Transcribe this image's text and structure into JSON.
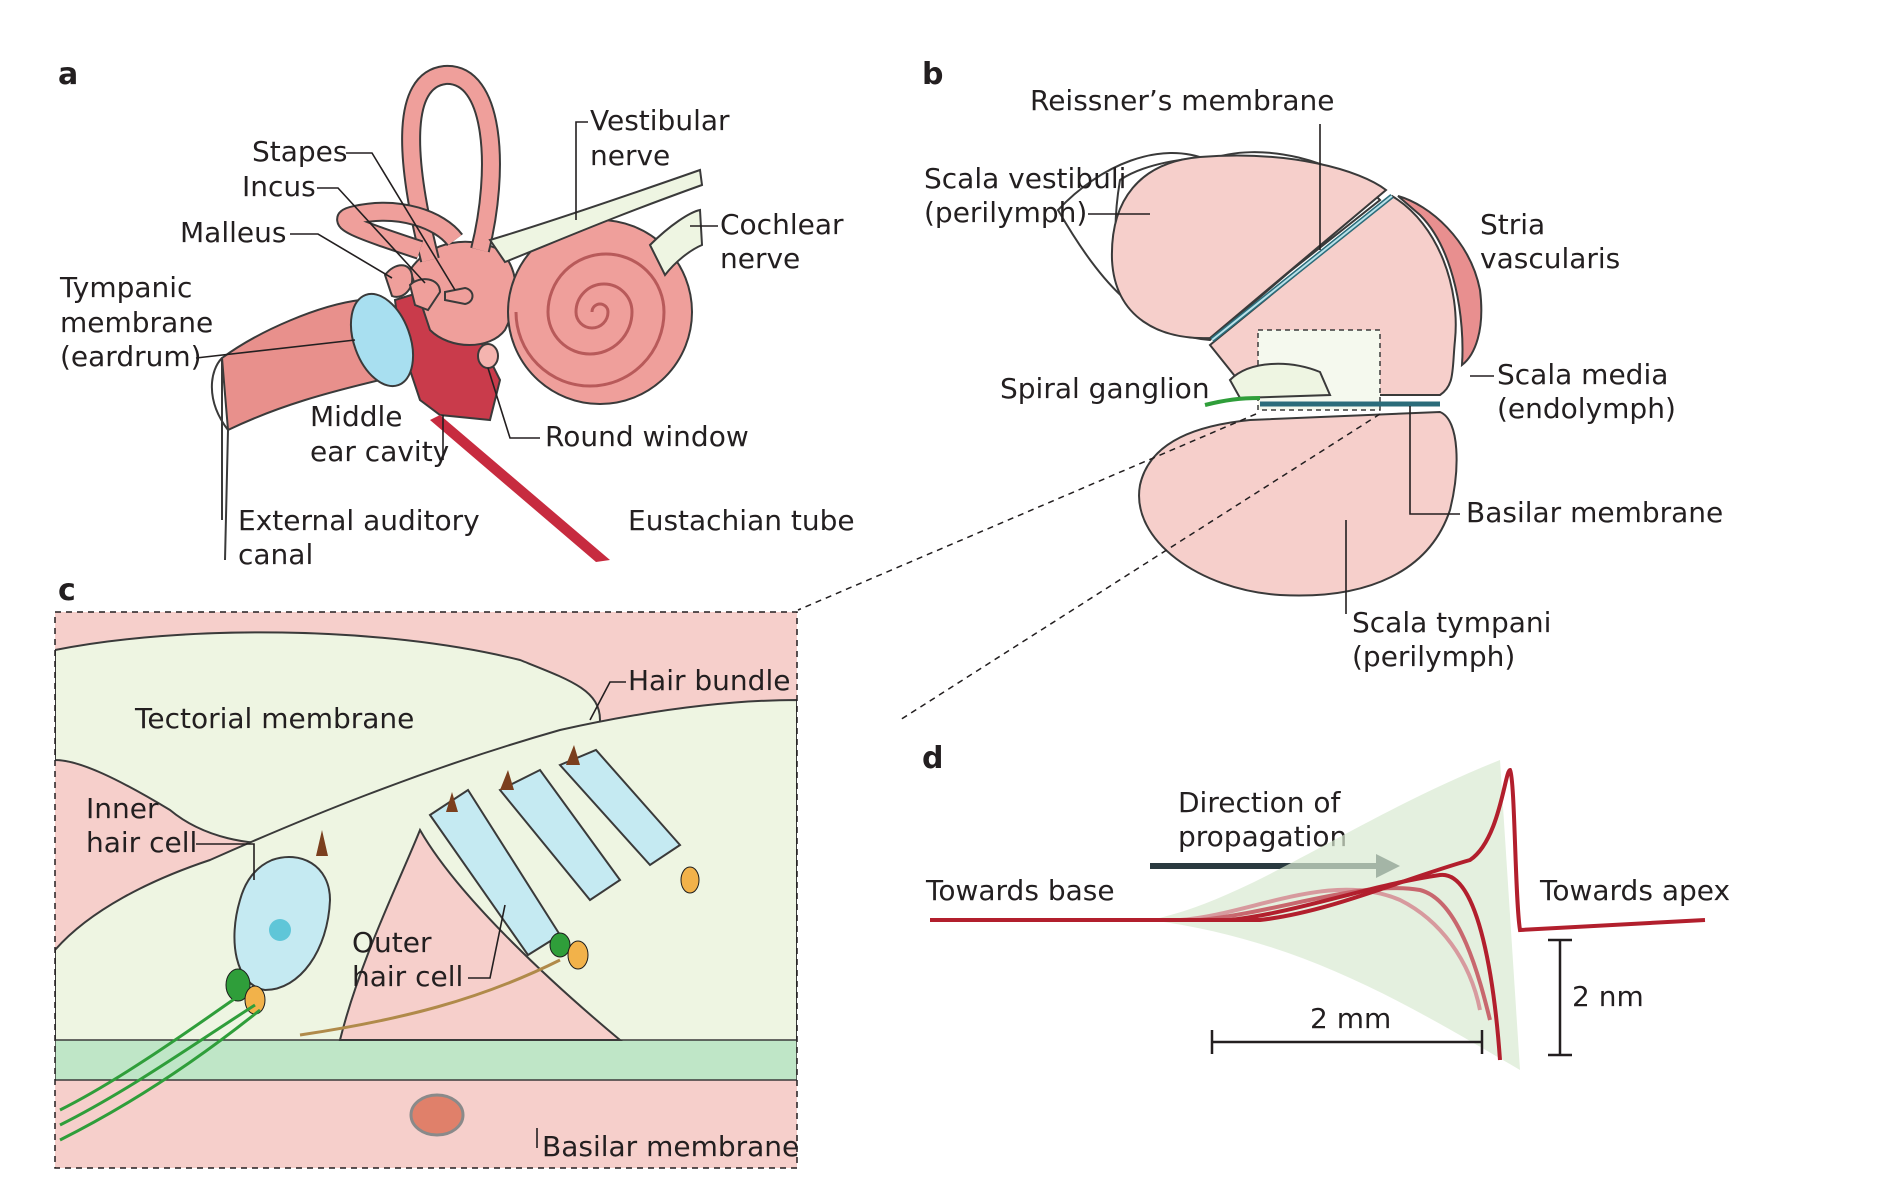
{
  "panels": {
    "a": {
      "letter": "a",
      "labels": {
        "stapes": "Stapes",
        "incus": "Incus",
        "malleus": "Malleus",
        "tympanic": [
          "Tympanic",
          "membrane",
          "(eardrum)"
        ],
        "vestibular": [
          "Vestibular",
          "nerve"
        ],
        "cochlear": [
          "Cochlear",
          "nerve"
        ],
        "middle_ear": [
          "Middle",
          "ear cavity"
        ],
        "round_window": "Round window",
        "external": [
          "External auditory",
          "canal"
        ],
        "eustachian": "Eustachian tube"
      }
    },
    "b": {
      "letter": "b",
      "labels": {
        "reissner": "Reissner’s membrane",
        "scala_vestibuli": [
          "Scala vestibuli",
          "(perilymph)"
        ],
        "stria": [
          "Stria",
          "vascularis"
        ],
        "spiral_ganglion": "Spiral ganglion",
        "scala_media": [
          "Scala media",
          "(endolymph)"
        ],
        "basilar": "Basilar membrane",
        "scala_tympani": [
          "Scala tympani",
          "(perilymph)"
        ]
      }
    },
    "c": {
      "letter": "c",
      "labels": {
        "hair_bundle": "Hair bundle",
        "tectorial": "Tectorial membrane",
        "inner_hair": [
          "Inner",
          "hair cell"
        ],
        "outer_hair": [
          "Outer",
          "hair cell"
        ],
        "basilar": "Basilar membrane"
      }
    },
    "d": {
      "letter": "d",
      "labels": {
        "direction": [
          "Direction of",
          "propagation"
        ],
        "towards_base": "Towards base",
        "towards_apex": "Towards apex",
        "scale_x": "2 mm",
        "scale_y": "2 nm"
      }
    }
  },
  "colors": {
    "fluid_pink": "#f6cfcb",
    "tissue_green": "#eef5e2",
    "cell_blue": "#c5eaf2",
    "ear_red": "#c72b3f",
    "ear_pink": "#ea9a96",
    "wave_red": "#b21f2d",
    "nerve_green": "#2f9e3a",
    "synapse_orange": "#f2b24a"
  }
}
